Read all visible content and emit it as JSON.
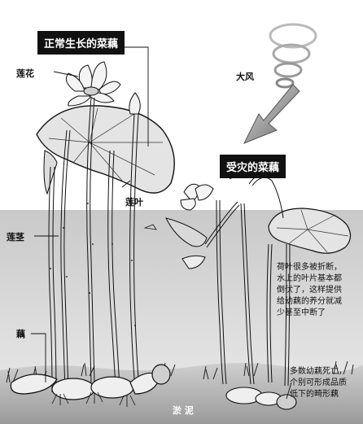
{
  "labels": {
    "normal_title": "正常生长的菜藕",
    "disaster_title": "受灾的菜藕",
    "flower": "莲花",
    "wind": "大风",
    "leaf": "莲叶",
    "stem": "莲茎",
    "root": "藕",
    "mud": "淤 泥"
  },
  "notes": {
    "leaf_damage": "荷叶很多被折断，\n水上的叶片基本都\n倒伏了，这样提供\n给幼藕的养分就减\n少甚至中断了",
    "root_damage": "多数幼藕死亡，\n个别可形成品质\n低下的畸形藕"
  }
}
